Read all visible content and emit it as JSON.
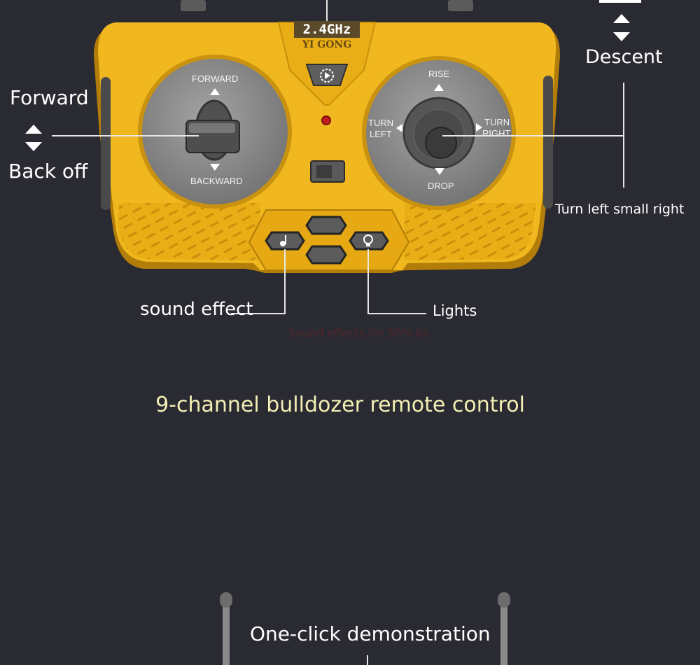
{
  "colors": {
    "background": "#2a2a32",
    "remote_body": "#f0b81e",
    "remote_edge": "#b27d08",
    "dial": "#8f8f8f",
    "title": "#f3efb4",
    "watermark": "#7a2222"
  },
  "remote": {
    "frequency_badge": "2.4GHz",
    "brand": "YI GONG",
    "left_dial": {
      "top_label": "FORWARD",
      "bottom_label": "BACKWARD"
    },
    "right_dial": {
      "top_label": "RISE",
      "bottom_label": "DROP",
      "left_label_line1": "TURN",
      "left_label_line2": "LEFT",
      "right_label_line1": "TURN",
      "right_label_line2": "RIGHT"
    },
    "icons": {
      "demo_button": "gear-play-icon",
      "sound_button": "music-note-icon",
      "light_button": "bulb-icon"
    }
  },
  "callouts": {
    "forward": "Forward",
    "back_off": "Back off",
    "descent": "Descent",
    "turn": "Turn left small right",
    "sound_effect": "sound effect",
    "lights": "Lights",
    "watermark": "Sound effects for 50% ks",
    "one_click_demo": "One-click demonstration"
  },
  "section_title": "9-channel bulldozer remote control"
}
